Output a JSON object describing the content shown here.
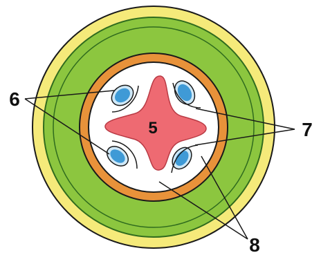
{
  "labels": {
    "center": "5",
    "left": "6",
    "right": "7",
    "bottom": "8"
  },
  "colors": {
    "outer_ring": "#f5ea7a",
    "cortex": "#8cc63f",
    "cortex_line": "#2f6b1e",
    "endodermis": "#e8923a",
    "stele": "#ffffff",
    "xylem": "#ee6a72",
    "phloem": "#3f9ad6",
    "phloem_rim": "#cfe8f7",
    "outline": "#1a1a1a"
  }
}
